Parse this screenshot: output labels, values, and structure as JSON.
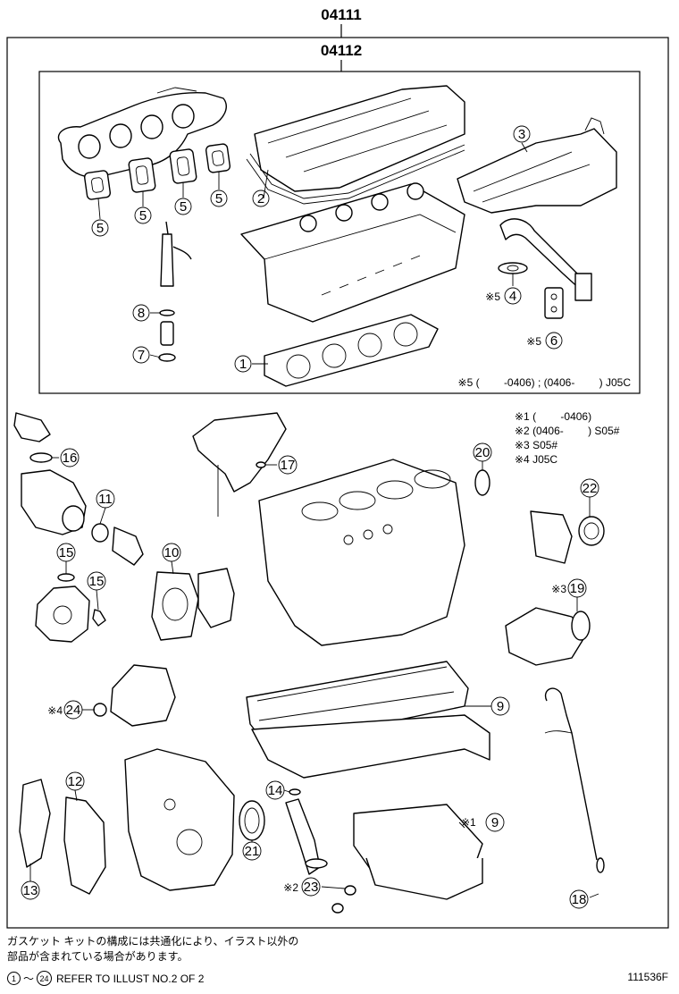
{
  "header": {
    "part_code_outer": "04111",
    "part_code_inner": "04112"
  },
  "callouts": [
    {
      "id": "c2",
      "label": "2"
    },
    {
      "id": "c3",
      "label": "3"
    },
    {
      "id": "c5a",
      "label": "5"
    },
    {
      "id": "c5b",
      "label": "5"
    },
    {
      "id": "c5c",
      "label": "5"
    },
    {
      "id": "c5d",
      "label": "5"
    },
    {
      "id": "c8",
      "label": "8"
    },
    {
      "id": "c7",
      "label": "7"
    },
    {
      "id": "c4",
      "label": "4",
      "mark": "※5"
    },
    {
      "id": "c6",
      "label": "6",
      "mark": "※5"
    },
    {
      "id": "c1",
      "label": "1"
    },
    {
      "id": "c16",
      "label": "16"
    },
    {
      "id": "c17",
      "label": "17"
    },
    {
      "id": "c20",
      "label": "20"
    },
    {
      "id": "c11",
      "label": "11"
    },
    {
      "id": "c15a",
      "label": "15"
    },
    {
      "id": "c15b",
      "label": "15"
    },
    {
      "id": "c10",
      "label": "10"
    },
    {
      "id": "c22",
      "label": "22"
    },
    {
      "id": "c19",
      "label": "19",
      "mark": "※3"
    },
    {
      "id": "c24",
      "label": "24",
      "mark": "※4"
    },
    {
      "id": "c9a",
      "label": "9"
    },
    {
      "id": "c12",
      "label": "12"
    },
    {
      "id": "c14",
      "label": "14"
    },
    {
      "id": "c9b",
      "label": "9",
      "mark": "※1"
    },
    {
      "id": "c21",
      "label": "21"
    },
    {
      "id": "c13",
      "label": "13"
    },
    {
      "id": "c23",
      "label": "23",
      "mark": "※2"
    },
    {
      "id": "c18",
      "label": "18"
    }
  ],
  "inner_box_note": "※5 (　　 -0406) ; (0406- 　　) J05C",
  "legend": [
    "※1 (　　 -0406)",
    "※2 (0406-　　 ) S05#",
    "※3 S05#",
    "※4 J05C"
  ],
  "footer": {
    "japanese_line1": "ガスケット キットの構成には共通化により、イラスト以外の",
    "japanese_line2": "部品が含まれている場合があります。",
    "refer_range_start": "1",
    "refer_range_end": "24",
    "refer_text": "REFER TO ILLUST NO.2 OF 2",
    "illustration_number": "111536F"
  }
}
